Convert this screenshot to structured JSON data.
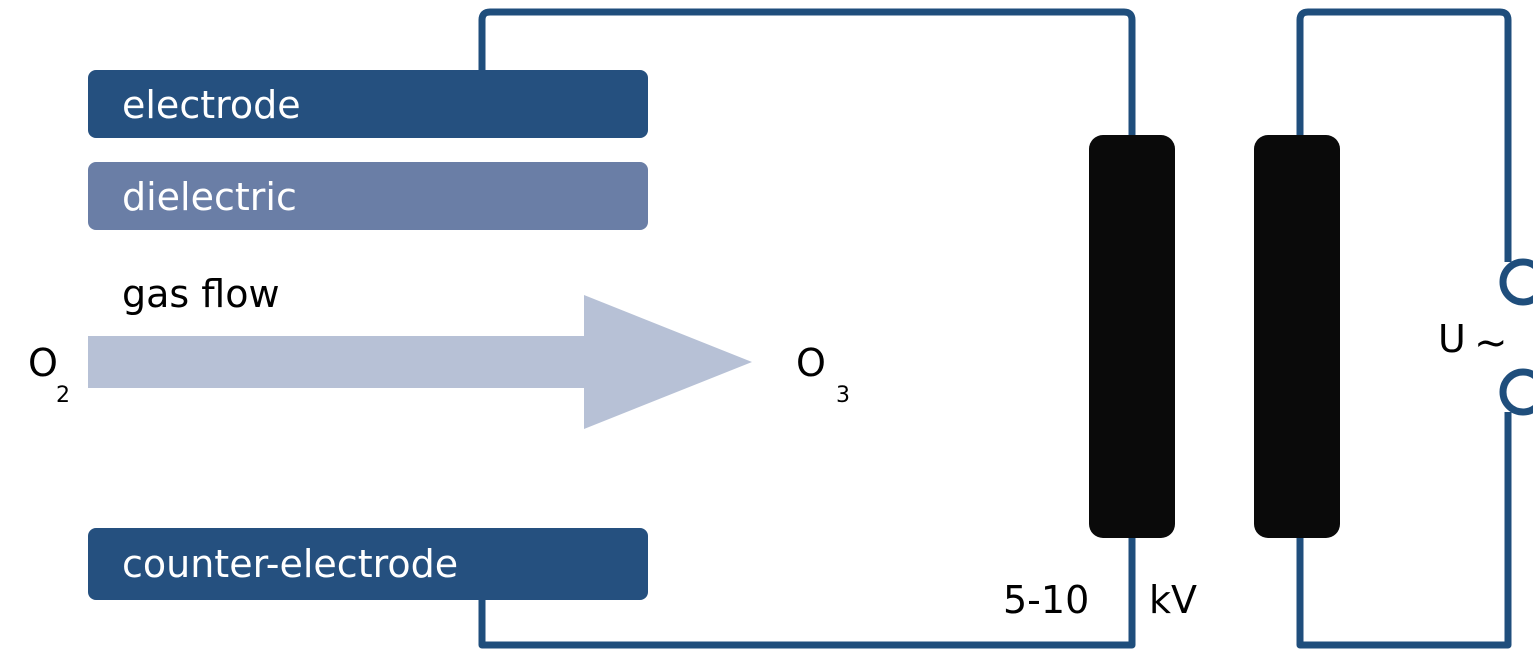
{
  "layers": {
    "electrode": "electrode",
    "dielectric": "dielectric",
    "counter_electrode": "counter-electrode"
  },
  "gas": {
    "flow_label": "gas flow",
    "inlet": {
      "symbol": "O",
      "subscript": "2"
    },
    "outlet": {
      "symbol": "O",
      "subscript": "3"
    }
  },
  "transformer": {
    "voltage_value": "5-10",
    "voltage_unit": "kV"
  },
  "source": {
    "symbol": "U",
    "ac": "~"
  },
  "colors": {
    "wire": "#1f4e7c",
    "electrode": "#25507f",
    "dielectric": "#6a7ea6",
    "arrow": "#b7c1d6",
    "core": "#0a0a0a"
  }
}
